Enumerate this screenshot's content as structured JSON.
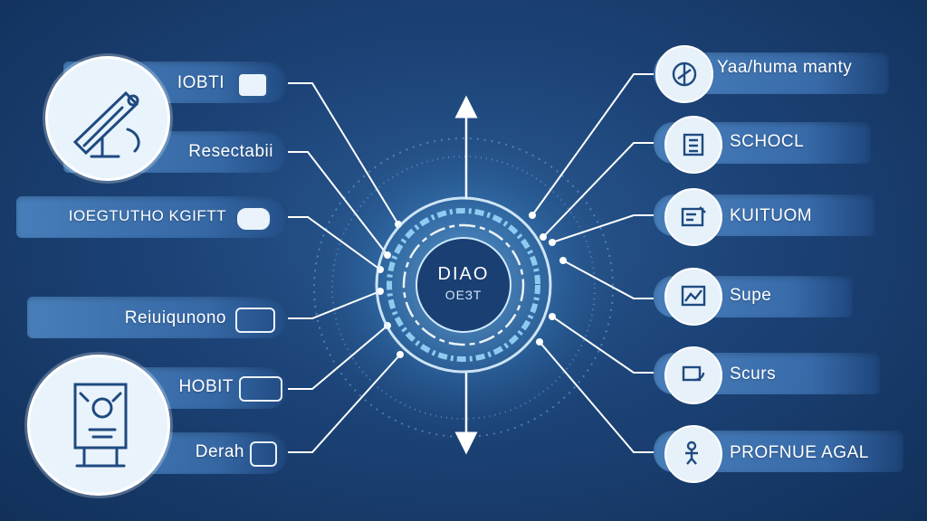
{
  "hub": {
    "title": "DIAO",
    "subtitle": "ОЕЗТ"
  },
  "left_items": [
    {
      "label": "IOBTI",
      "icon": "chess-pieces-icon"
    },
    {
      "label": "Resectabii",
      "icon": "none"
    },
    {
      "label": "IOEGTUTHO KGIFTT",
      "icon": "gear-box-icon"
    },
    {
      "label": "Reiuiqunono",
      "icon": "people-gear-icon"
    },
    {
      "label": "HOBIT",
      "icon": "book-icon"
    },
    {
      "label": "Derah",
      "icon": "hand-icon"
    }
  ],
  "left_circles": [
    {
      "icon": "microscope-icon"
    },
    {
      "icon": "robot-workstation-icon"
    }
  ],
  "right_items": [
    {
      "label": "Yaa/huma manty",
      "icon": "compass-icon"
    },
    {
      "label": "SCHOCL",
      "icon": "building-icon"
    },
    {
      "label": "KUITUOM",
      "icon": "document-pen-icon"
    },
    {
      "label": "Supe",
      "icon": "chart-screen-icon"
    },
    {
      "label": "Scurs",
      "icon": "hand-card-icon"
    },
    {
      "label": "PROFNUE AGAL",
      "icon": "person-lift-icon"
    }
  ],
  "colors": {
    "background": "#1c4377",
    "band": "#4a82be",
    "accent": "#8fd0ff"
  }
}
